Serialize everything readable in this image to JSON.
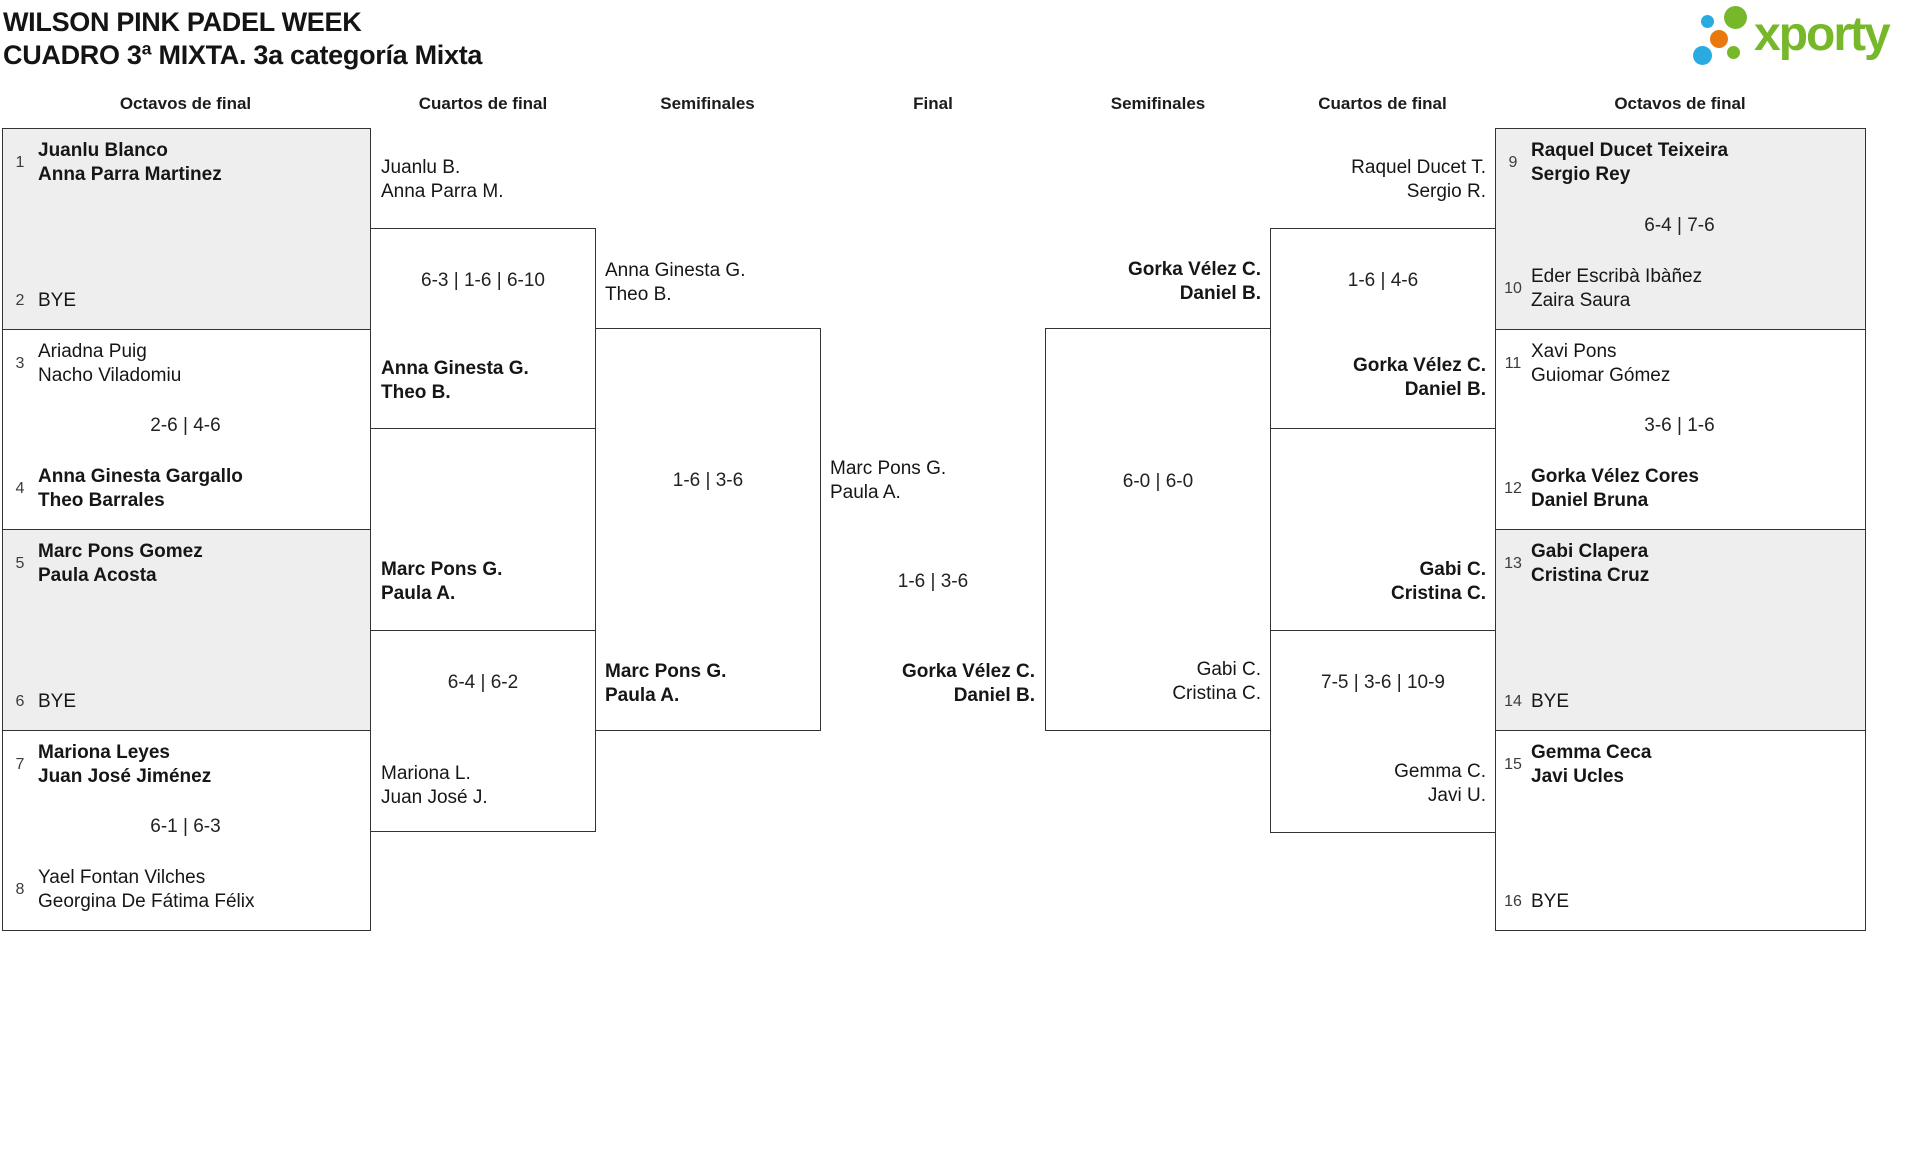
{
  "header": {
    "title_line1": "WILSON PINK PADEL WEEK",
    "title_line2": "CUADRO 3ª MIXTA. 3a categoría Mixta"
  },
  "logo": {
    "text": "xporty"
  },
  "colors": {
    "logo_green": "#76b82a",
    "logo_blue": "#29abe2",
    "logo_orange": "#e8790f",
    "shaded_box": "#eeeeee",
    "line": "#333333"
  },
  "round_headers": [
    "Octavos de final",
    "Cuartos de final",
    "Semifinales",
    "Final",
    "Semifinales",
    "Cuartos de final",
    "Octavos de final"
  ],
  "bracket": {
    "octavos_left": [
      {
        "seed1": "1",
        "t1a": "Juanlu Blanco",
        "t1b": "Anna Parra Martinez",
        "t1_winner": true,
        "score": "",
        "seed2": "2",
        "t2a": "BYE",
        "t2b": "",
        "t2_winner": false
      },
      {
        "seed1": "3",
        "t1a": "Ariadna Puig",
        "t1b": "Nacho Viladomiu",
        "t1_winner": false,
        "score": "2-6 | 4-6",
        "seed2": "4",
        "t2a": "Anna Ginesta Gargallo",
        "t2b": "Theo Barrales",
        "t2_winner": true
      },
      {
        "seed1": "5",
        "t1a": "Marc Pons Gomez",
        "t1b": "Paula Acosta",
        "t1_winner": true,
        "score": "",
        "seed2": "6",
        "t2a": "BYE",
        "t2b": "",
        "t2_winner": false
      },
      {
        "seed1": "7",
        "t1a": "Mariona Leyes",
        "t1b": "Juan José Jiménez",
        "t1_winner": true,
        "score": "6-1 | 6-3",
        "seed2": "8",
        "t2a": "Yael Fontan Vilches",
        "t2b": "Georgina De Fátima Félix",
        "t2_winner": false
      }
    ],
    "cuartos_left": [
      {
        "t1a": "Juanlu B.",
        "t1b": "Anna Parra M.",
        "t1_winner": false,
        "score": "6-3 | 1-6 | 6-10",
        "t2a": "Anna Ginesta G.",
        "t2b": "Theo B.",
        "t2_winner": true
      },
      {
        "t1a": "Marc Pons G.",
        "t1b": "Paula A.",
        "t1_winner": true,
        "score": "6-4 | 6-2",
        "t2a": "Mariona L.",
        "t2b": "Juan José J.",
        "t2_winner": false
      }
    ],
    "semifinal_left": {
      "t1a": "Anna Ginesta G.",
      "t1b": "Theo B.",
      "t1_winner": false,
      "score": "1-6 | 3-6",
      "t2a": "Marc Pons G.",
      "t2b": "Paula A.",
      "t2_winner": true
    },
    "final": {
      "t1a": "Marc Pons G.",
      "t1b": "Paula A.",
      "t1_winner": false,
      "score": "1-6 | 3-6",
      "t2a": "Gorka Vélez C.",
      "t2b": "Daniel B.",
      "t2_winner": true
    },
    "semifinal_right": {
      "t1a": "Gorka Vélez C.",
      "t1b": "Daniel B.",
      "t1_winner": true,
      "score": "6-0 | 6-0",
      "t2a": "Gabi C.",
      "t2b": "Cristina C.",
      "t2_winner": false
    },
    "cuartos_right": [
      {
        "t1a": "Raquel Ducet T.",
        "t1b": "Sergio R.",
        "t1_winner": false,
        "score": "1-6 | 4-6",
        "t2a": "Gorka Vélez C.",
        "t2b": "Daniel B.",
        "t2_winner": true
      },
      {
        "t1a": "Gabi C.",
        "t1b": "Cristina C.",
        "t1_winner": true,
        "score": "7-5 | 3-6 | 10-9",
        "t2a": "Gemma C.",
        "t2b": "Javi U.",
        "t2_winner": false
      }
    ],
    "octavos_right": [
      {
        "seed1": "9",
        "t1a": "Raquel Ducet Teixeira",
        "t1b": "Sergio Rey",
        "t1_winner": true,
        "score": "6-4 | 7-6",
        "seed2": "10",
        "t2a": "Eder Escribà Ibàñez",
        "t2b": "Zaira Saura",
        "t2_winner": false
      },
      {
        "seed1": "11",
        "t1a": "Xavi Pons",
        "t1b": "Guiomar Gómez",
        "t1_winner": false,
        "score": "3-6 | 1-6",
        "seed2": "12",
        "t2a": "Gorka Vélez Cores",
        "t2b": "Daniel Bruna",
        "t2_winner": true
      },
      {
        "seed1": "13",
        "t1a": "Gabi Clapera",
        "t1b": "Cristina Cruz",
        "t1_winner": true,
        "score": "",
        "seed2": "14",
        "t2a": "BYE",
        "t2b": "",
        "t2_winner": false
      },
      {
        "seed1": "15",
        "t1a": "Gemma Ceca",
        "t1b": "Javi Ucles",
        "t1_winner": true,
        "score": "",
        "seed2": "16",
        "t2a": "BYE",
        "t2b": "",
        "t2_winner": false
      }
    ]
  }
}
